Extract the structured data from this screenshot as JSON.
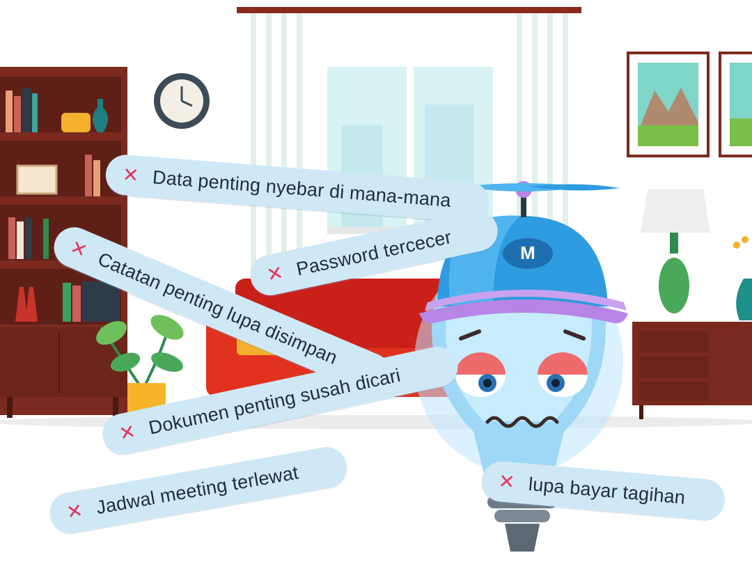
{
  "brand": {
    "cap_letter": "M",
    "accent": "#2f9be0",
    "cap_brim": "#b685e6",
    "bubble_bg": "#cfe8f6",
    "cross_color": "#e2395b",
    "text_color": "#1f2d3a"
  },
  "problems": [
    {
      "icon": "cross-icon",
      "label": "Data penting nyebar di mana-mana"
    },
    {
      "icon": "cross-icon",
      "label": "Password tercecer"
    },
    {
      "icon": "cross-icon",
      "label": "Catatan penting lupa disimpan"
    },
    {
      "icon": "cross-icon",
      "label": "Dokumen penting susah dicari"
    },
    {
      "icon": "cross-icon",
      "label": "Jadwal meeting terlewat"
    },
    {
      "icon": "cross-icon",
      "label": "lupa bayar tagihan"
    }
  ]
}
